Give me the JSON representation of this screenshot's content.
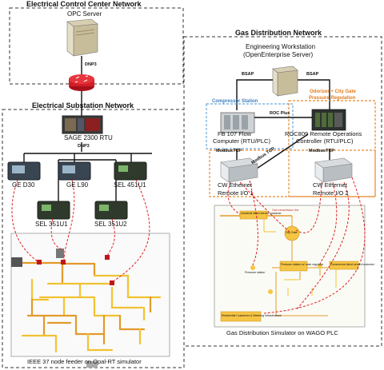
{
  "electrical_control": {
    "title": "Electrical Control Center Network",
    "opc_server": "OPC Server",
    "protocol_top": "DNP3"
  },
  "substation": {
    "title": "Electrical Substation Network",
    "rtu": "SAGE 2300 RTU",
    "protocol": "DNP3",
    "relays": [
      "GE D30",
      "GE L90",
      "SEL 451U1",
      "SEL 351U1",
      "SEL 351U2"
    ],
    "simulator": "IEEE 37 node feeder on Opal-RT simulator"
  },
  "gas": {
    "title": "Gas Distribution Network",
    "workstation_line1": "Engineering Workstation",
    "workstation_line2": "(OpenEnterprise Server)",
    "bsap_left": "BSAP",
    "bsap_right": "BSAP",
    "compressor_station": "Compressor Station",
    "odorizer_line1": "Odorizer + City Gate",
    "odorizer_line2": "Pressure Regulation",
    "roc_plus": "ROC Plus",
    "fb107_line1": "FB 107 Flow",
    "fb107_line2": "Computer (RTU/PLC)",
    "roc809_line1": "ROC809 Remote Operations",
    "roc809_line2": "Controller (RTU/PLC)",
    "modbus_left": "ModbusTCP",
    "modbus_right": "ModbusTCP",
    "modbus_diag": "Modbus TCP",
    "io1_line1": "CW Ethernet",
    "io1_line2": "Remote I/O 1",
    "io2_line1": "CW Ethernet",
    "io2_line2": "Remote I/O 2",
    "simulator": "Gas Distribution Simulator on WAGO PLC",
    "sim_labels": {
      "industrial": "Industrial direct served customer",
      "transmission": "Gas transmission line",
      "city_gate": "City Gate",
      "pressure_left": "Pressure station",
      "pressure_mid": "Pressure station w/ main regulator",
      "commercial": "Commercial direct served customer",
      "residential": "Residential Customers & Metering Infrastructure"
    }
  },
  "colors": {
    "dashed_border": "#333333",
    "network_line": "#111111",
    "serial_red": "#e02020",
    "compressor_blue": "#6fa7d8",
    "odorizer_orange": "#e8892b",
    "router_red": "#c0141a",
    "feeder_orange": "#e39a2a",
    "feeder_yellow": "#f1c232"
  }
}
